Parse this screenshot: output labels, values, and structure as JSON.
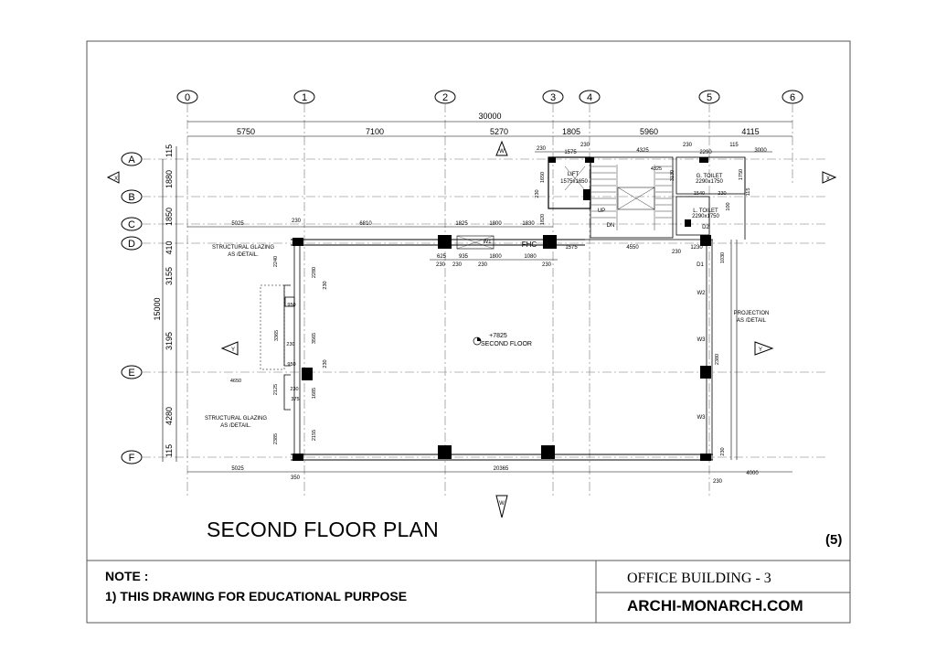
{
  "sheet": {
    "title": "SECOND FLOOR PLAN",
    "number": "(5)",
    "note_heading": "NOTE :",
    "note_line": "1) THIS DRAWING FOR EDUCATIONAL PURPOSE",
    "project": "OFFICE BUILDING - 3",
    "website": "ARCHI-MONARCH.COM"
  },
  "grid": {
    "vertical_labels": [
      "0",
      "1",
      "2",
      "3",
      "4",
      "5",
      "6"
    ],
    "horizontal_labels": [
      "A",
      "B",
      "C",
      "D",
      "E",
      "F"
    ]
  },
  "dimensions": {
    "overall_top": "30000",
    "top_spans": [
      "5750",
      "7100",
      "5270",
      "1805",
      "5960",
      "4115"
    ],
    "left_overall": "15000",
    "left_spans": [
      "115",
      "1880",
      "1850",
      "410",
      "3155",
      "3195",
      "4280",
      "115"
    ],
    "row_c": [
      "5025",
      "230",
      "6810",
      "1825",
      "1800",
      "1830"
    ],
    "row_d_below": [
      "625",
      "935",
      "1800",
      "1080",
      "230",
      "230",
      "230",
      "230",
      "1575",
      "4550",
      "230",
      "1230"
    ],
    "core_top": [
      "230",
      "1575",
      "230",
      "4325",
      "230",
      "2290",
      "115",
      "3000"
    ],
    "core_misc": [
      "1650",
      "230",
      "1820",
      "3130",
      "4325",
      "1540",
      "230",
      "1750",
      "100",
      "115",
      "2380",
      "1030",
      "230"
    ],
    "left_wall": [
      "2240",
      "2280",
      "230",
      "950",
      "3365",
      "230",
      "3565",
      "230",
      "950",
      "2125",
      "1685",
      "375",
      "230",
      "2385",
      "2155",
      "4650"
    ],
    "bottom": [
      "5025",
      "350",
      "20365",
      "230",
      "4000",
      "230"
    ]
  },
  "labels": {
    "lift": "LIFT",
    "lift_size": "1575x1650",
    "g_toilet": "G. TOILET",
    "g_toilet_size": "2290x1750",
    "l_toilet": "L. TOILET",
    "l_toilet_size": "2290x1750",
    "up": "UP",
    "dn": "DN",
    "fhc": "FHC",
    "w1": "W1",
    "w2": "W2",
    "w3": "W3",
    "d1": "D1",
    "d2": "D2",
    "level": "+7825",
    "floor": "SECOND FLOOR",
    "structural_glazing_1": "STRUCTURAL GLAZING",
    "structural_glazing_2": "AS /DETAIL.",
    "projection_1": "PROJECTION",
    "projection_2": "AS /DETAIL",
    "section_x": "X",
    "section_y": "Y",
    "section_w": "W"
  }
}
